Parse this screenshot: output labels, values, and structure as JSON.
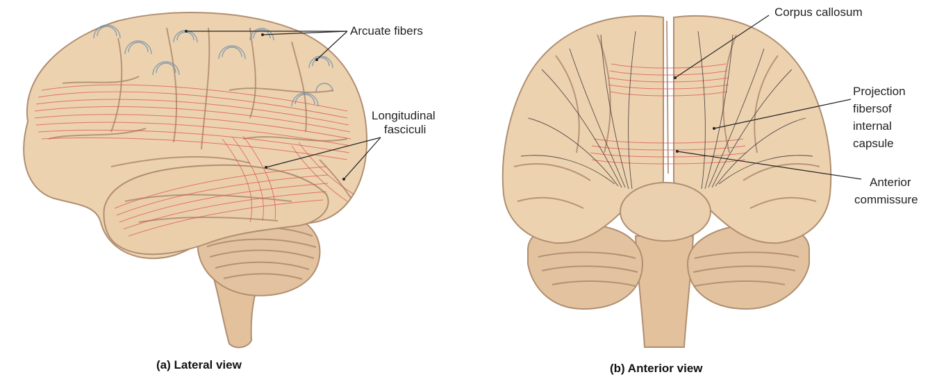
{
  "colors": {
    "brain_fill": "#edd2b0",
    "brain_shade": "#d9b48c",
    "fiber_red": "#d9534f",
    "arcuate_blue": "#6f8ea8"
  },
  "panel_a": {
    "caption": "(a) Lateral view",
    "labels": {
      "arcuate": "Arcuate fibers",
      "longitudinal_1": "Longitudinal",
      "longitudinal_2": "fasciculi"
    }
  },
  "panel_b": {
    "caption": "(b) Anterior view",
    "labels": {
      "corpus_callosum": "Corpus callosum",
      "projection_1": "Projection",
      "projection_2": "fibersof",
      "projection_3": "internal",
      "projection_4": "capsule",
      "anterior_1": "Anterior",
      "anterior_2": "commissure"
    }
  }
}
